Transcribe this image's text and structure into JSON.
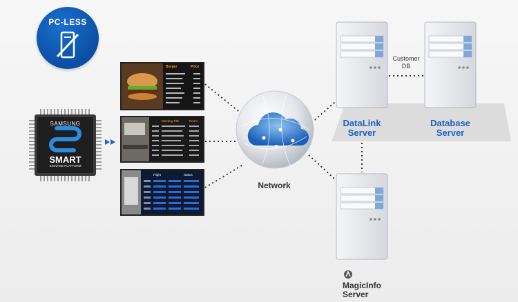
{
  "badge": {
    "label": "PC-LESS",
    "icon": "no-pc-icon"
  },
  "chip": {
    "brand": "SAMSUNG",
    "product": "SMART",
    "subtitle": "SIGNAGE PLATFORM"
  },
  "screens": [
    {
      "name": "burger-menu-screen",
      "header_left": "Burger",
      "header_right": "Price"
    },
    {
      "name": "meeting-schedule-screen",
      "header_left": "Meeting Title",
      "header_right": "Room"
    },
    {
      "name": "flight-board-screen",
      "header_left": "Flight",
      "header_right": "Status"
    }
  ],
  "network": {
    "label": "Network"
  },
  "servers": {
    "datalink": {
      "line1": "DataLink",
      "line2": "Server"
    },
    "database": {
      "line1": "Database",
      "line2": "Server"
    },
    "magicinfo": {
      "line1": "MagicInfo",
      "line2": "Server"
    }
  },
  "connection_label": {
    "line1": "Customer",
    "line2": "DB"
  },
  "colors": {
    "accent_blue": "#1a62c4",
    "badge_blue": "#0b4fa4",
    "server_body": "#e9ebef",
    "server_stripe": "#7fa8d8"
  }
}
